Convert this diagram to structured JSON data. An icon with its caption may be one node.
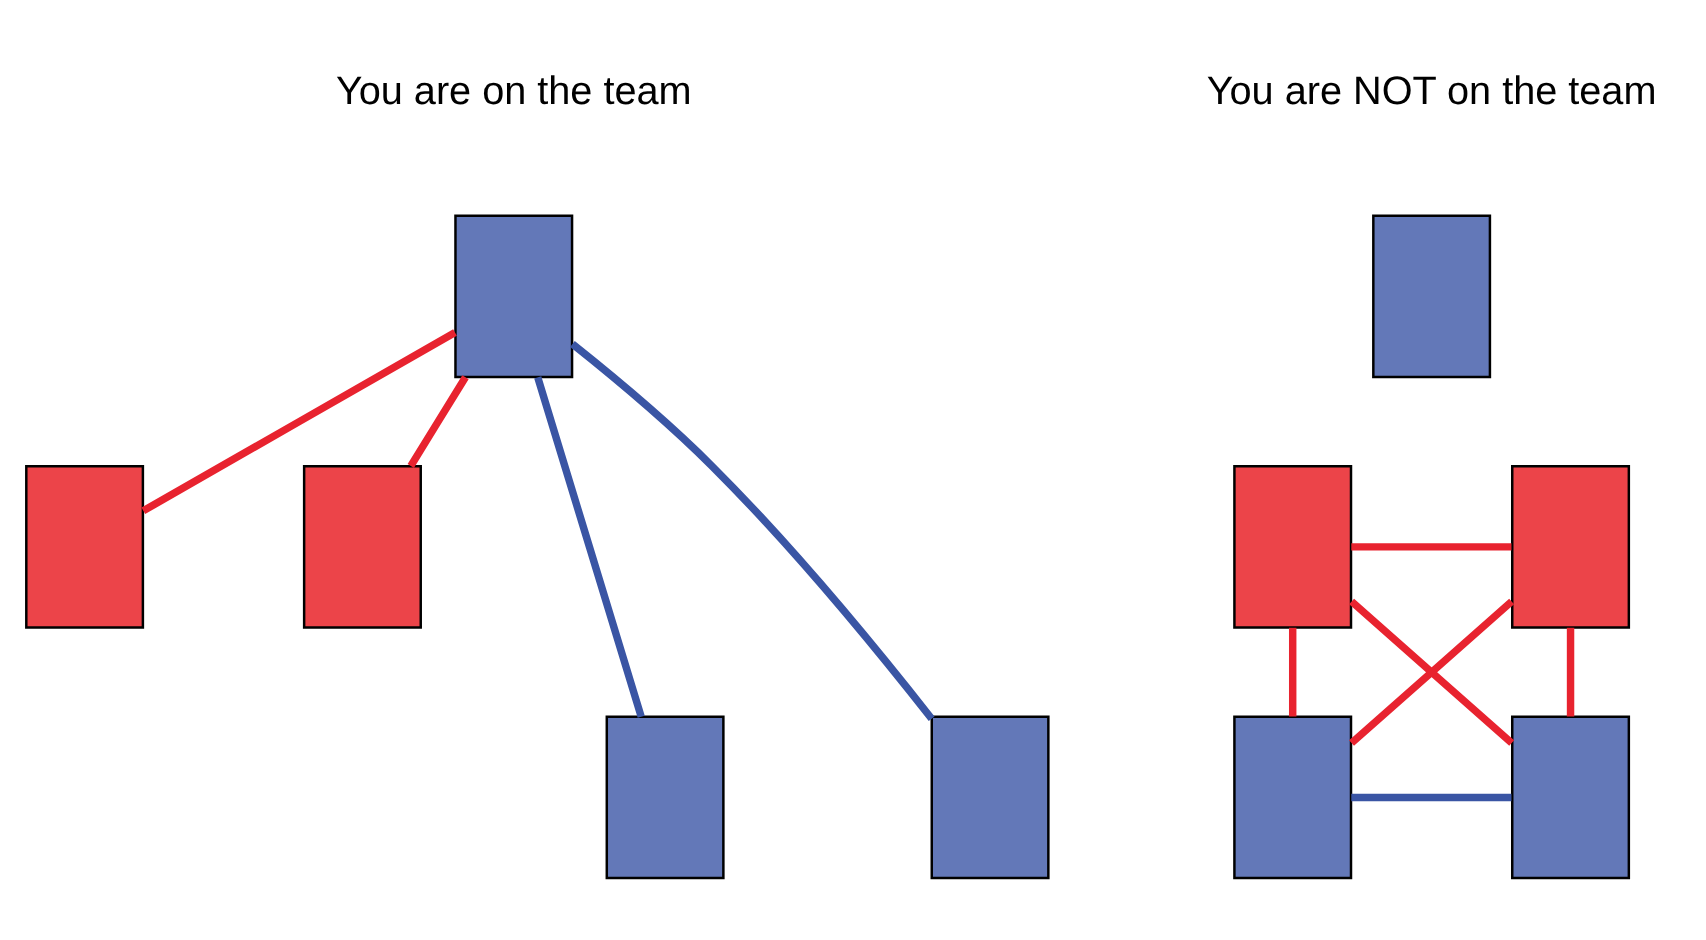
{
  "diagram": {
    "nodes": [
      {
        "text": [],
        "shape": "box"
      },
      {
        "text": [],
        "shape": "box"
      },
      {
        "text": [],
        "shape": "box"
      },
      {
        "text": [],
        "shape": "box"
      },
      {
        "text": [],
        "shape": "box"
      },
      {
        "text": [],
        "shape": "box"
      },
      {
        "text": [],
        "shape": "box"
      },
      {
        "text": [],
        "shape": "box"
      },
      {
        "text": [],
        "shape": "box"
      },
      {
        "text": [],
        "shape": "box"
      }
    ],
    "edges": [
      {
        "from": 0,
        "to": 1,
        "arrow": "none"
      },
      {
        "from": 0,
        "to": 2,
        "arrow": "none"
      },
      {
        "from": 0,
        "to": 3,
        "arrow": "none",
        "color": "#3a55a4"
      },
      {
        "from": 0,
        "to": 4,
        "arrow": "none",
        "color": "#3a55a4"
      },
      {
        "from": 6,
        "to": 7,
        "arrow": "none"
      },
      {
        "from": 6,
        "to": 9,
        "arrow": "none"
      },
      {
        "from": 7,
        "to": 8,
        "arrow": "none"
      },
      {
        "from": 6,
        "to": 8,
        "arrow": "none"
      },
      {
        "from": 7,
        "to": 9,
        "arrow": "none"
      },
      {
        "from": 8,
        "to": 9,
        "arrow": "none",
        "color": "#3a55a4"
      }
    ],
    "labels": [
      "You are on the team",
      "You are NOT on the team"
    ]
  }
}
